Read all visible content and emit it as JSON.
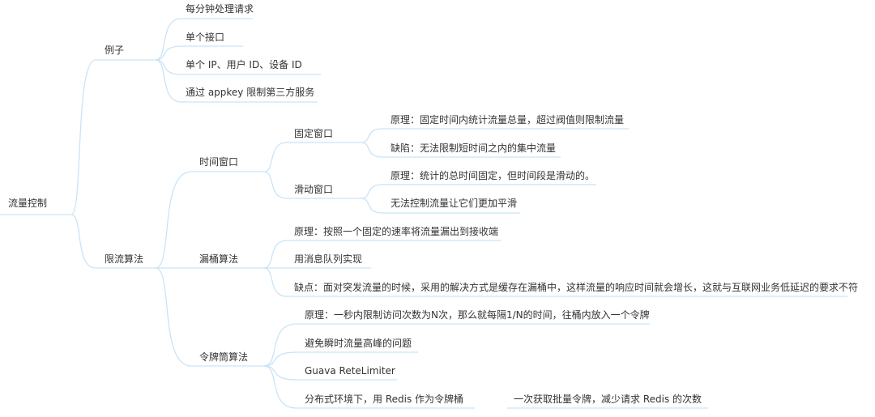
{
  "mindmap": {
    "line_color": "#c9e4f7",
    "text_color": "#333333",
    "root": "流量控制",
    "example": {
      "label": "例子",
      "items": [
        "每分钟处理请求",
        "单个接口",
        "单个 IP、用户 ID、设备 ID",
        "通过 appkey 限制第三方服务"
      ]
    },
    "algorithms": {
      "label": "限流算法",
      "time_window": {
        "label": "时间窗口",
        "fixed": {
          "label": "固定窗口",
          "items": [
            "原理：固定时间内统计流量总量，超过阀值则限制流量",
            "缺陷：无法限制短时间之内的集中流量"
          ]
        },
        "sliding": {
          "label": "滑动窗口",
          "items": [
            "原理：统计的总时间固定，但时间段是滑动的。",
            "无法控制流量让它们更加平滑"
          ]
        }
      },
      "leaky": {
        "label": "漏桶算法",
        "items": [
          "原理：按照一个固定的速率将流量漏出到接收端",
          "用消息队列实现",
          "缺点：面对突发流量的时候，采用的解决方式是缓存在漏桶中，这样流量的响应时间就会增长，这就与互联网业务低延迟的要求不符"
        ]
      },
      "token": {
        "label": "令牌筒算法",
        "items": [
          "原理：一秒内限制访问次数为N次，那么就每隔1/N的时间，往桶内放入一个令牌",
          "避免瞬时流量高峰的问题",
          "Guava ReteLimiter",
          "分布式环境下，用 Redis 作为令牌桶"
        ],
        "redis_sub": "一次获取批量令牌，减少请求 Redis 的次数"
      }
    }
  }
}
